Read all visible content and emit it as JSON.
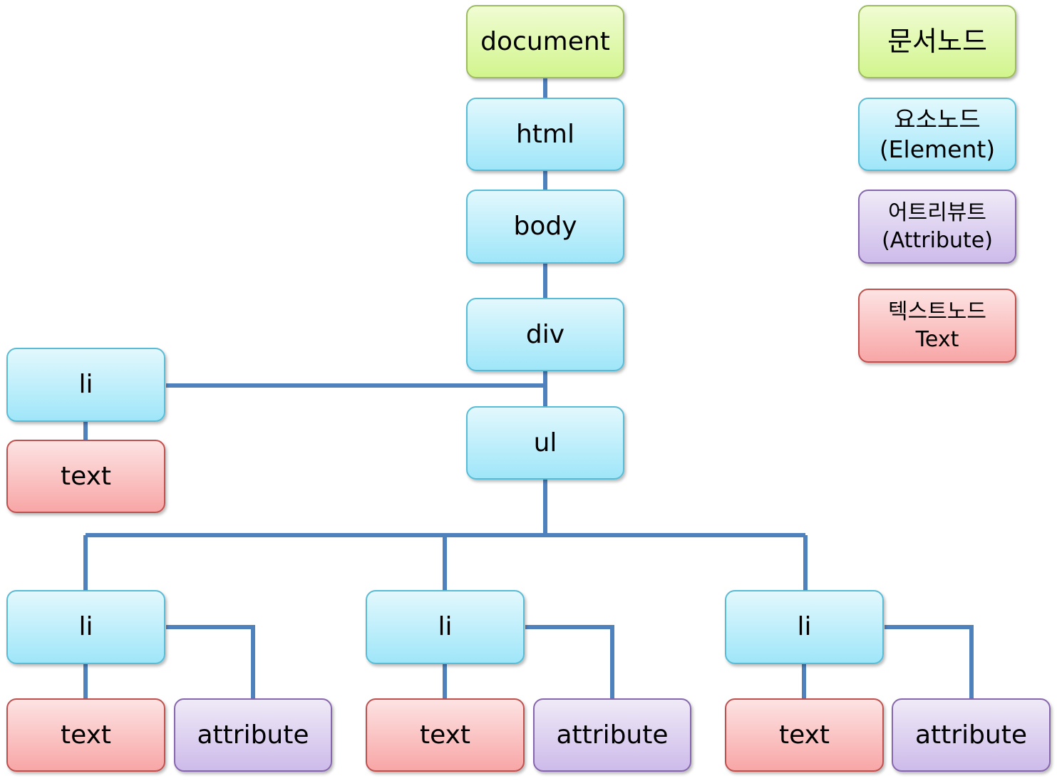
{
  "legend": {
    "document_node": "문서노드",
    "element_node_ko": "요소노드",
    "element_node_en": "(Element)",
    "attribute_node_ko": "어트리뷰트",
    "attribute_node_en": "(Attribute)",
    "text_node_ko": "텍스트노드",
    "text_node_en": "Text"
  },
  "nodes": {
    "document": "document",
    "html": "html",
    "body": "body",
    "div": "div",
    "ul": "ul",
    "div_li": "li",
    "div_li_text": "text",
    "li_1": "li",
    "li_1_text": "text",
    "li_1_attribute": "attribute",
    "li_2": "li",
    "li_2_text": "text",
    "li_2_attribute": "attribute",
    "li_3": "li",
    "li_3_text": "text",
    "li_3_attribute": "attribute"
  },
  "colors": {
    "connector": "#4f81bd",
    "document_fill": "#d2f58d",
    "element_fill": "#9fe6f9",
    "attribute_fill": "#cdbbea",
    "text_fill": "#f8a6a6"
  }
}
